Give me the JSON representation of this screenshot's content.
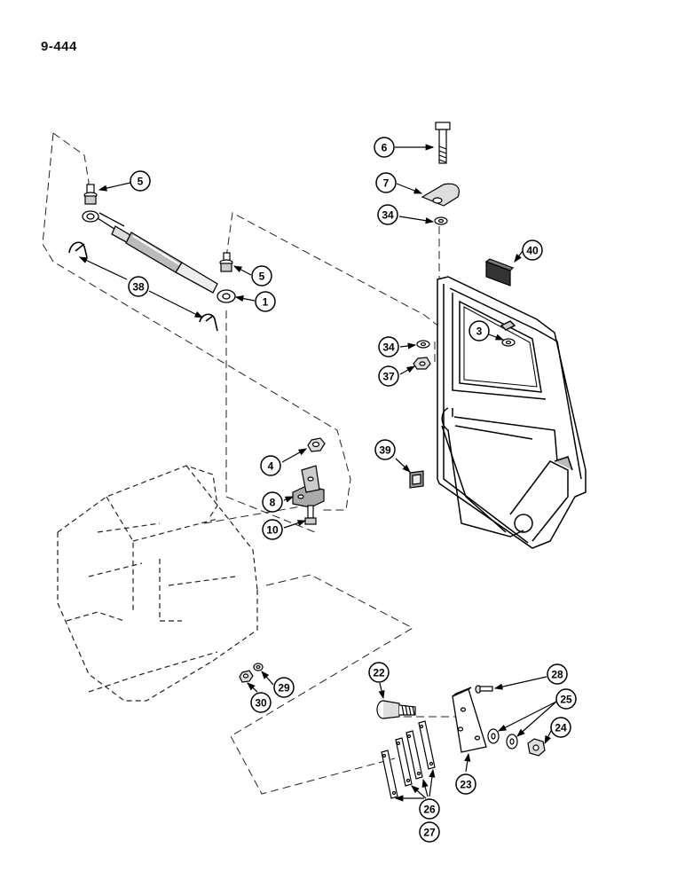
{
  "page": {
    "number": "9-444"
  },
  "callouts": [
    {
      "id": "c5a",
      "label": "5"
    },
    {
      "id": "c38",
      "label": "38"
    },
    {
      "id": "c5b",
      "label": "5"
    },
    {
      "id": "c1",
      "label": "1"
    },
    {
      "id": "c6",
      "label": "6"
    },
    {
      "id": "c7",
      "label": "7"
    },
    {
      "id": "c34a",
      "label": "34"
    },
    {
      "id": "c40",
      "label": "40"
    },
    {
      "id": "c3",
      "label": "3"
    },
    {
      "id": "c34b",
      "label": "34"
    },
    {
      "id": "c37",
      "label": "37"
    },
    {
      "id": "c39",
      "label": "39"
    },
    {
      "id": "c4",
      "label": "4"
    },
    {
      "id": "c8",
      "label": "8"
    },
    {
      "id": "c10",
      "label": "10"
    },
    {
      "id": "c22",
      "label": "22"
    },
    {
      "id": "c28",
      "label": "28"
    },
    {
      "id": "c25",
      "label": "25"
    },
    {
      "id": "c24",
      "label": "24"
    },
    {
      "id": "c29",
      "label": "29"
    },
    {
      "id": "c30",
      "label": "30"
    },
    {
      "id": "c23",
      "label": "23"
    },
    {
      "id": "c26",
      "label": "26"
    },
    {
      "id": "c27",
      "label": "27"
    }
  ]
}
